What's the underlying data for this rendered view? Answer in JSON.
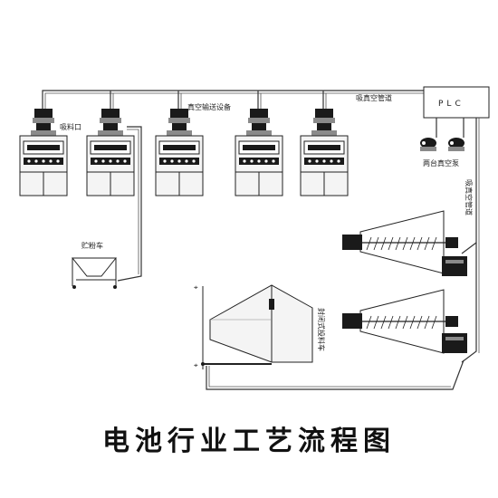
{
  "labels": {
    "suction_inlet": "吸料口",
    "vacuum_conveyor": "真空输送设备",
    "vacuum_pipeline": "吸真空管道",
    "plc": "PLC",
    "two_vacuum_pumps": "两台真空泵",
    "vacuum_pipeline_vertical": "吸真空管道",
    "powder_cart": "贮粉车",
    "sealed_hopper_vertical": "封闭式投料车",
    "main_title": "电池行业工艺流程图"
  }
}
